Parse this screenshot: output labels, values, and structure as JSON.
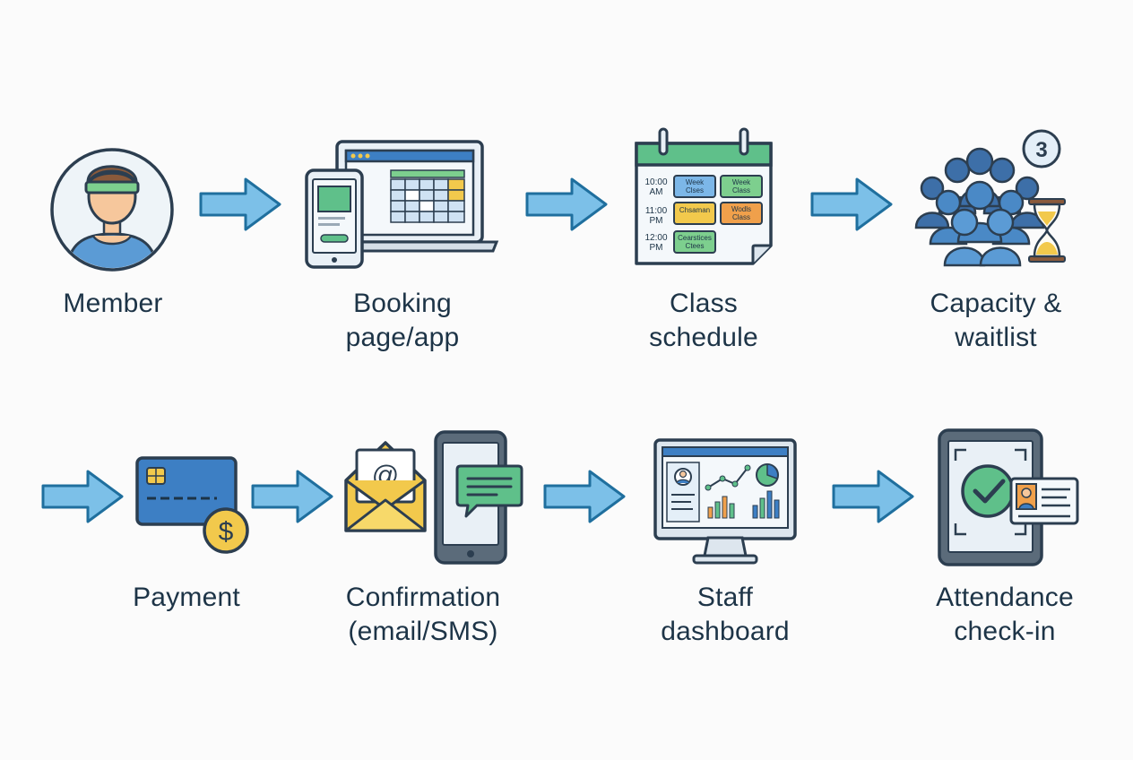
{
  "steps": {
    "member": {
      "line1": "Member",
      "line2": ""
    },
    "booking": {
      "line1": "Booking",
      "line2": "page/app"
    },
    "schedule": {
      "line1": "Class",
      "line2": "schedule",
      "times": [
        "10:00",
        "AM",
        "11:00",
        "PM",
        "12:00",
        "PM"
      ],
      "cards": {
        "c1": [
          "Week",
          "Clses"
        ],
        "c2": [
          "Week",
          "Class"
        ],
        "c3": [
          "Chsaman",
          ""
        ],
        "c4": [
          "Wodls",
          "Class"
        ],
        "c5": [
          "Cearstices",
          "Ctees"
        ]
      }
    },
    "capacity": {
      "line1": "Capacity &",
      "line2": "waitlist",
      "badge": "3"
    },
    "payment": {
      "line1": "Payment",
      "line2": "",
      "currency_symbol": "$",
      "email_symbol": "@"
    },
    "confirmation": {
      "line1": "Confirmation",
      "line2": "(email/SMS)"
    },
    "dashboard": {
      "line1": "Staff",
      "line2": "dashboard"
    },
    "attendance": {
      "line1": "Attendance",
      "line2": "check-in"
    }
  },
  "colors": {
    "outline": "#2c3e50",
    "arrow_fill": "#7cc0e8",
    "arrow_stroke": "#1f6f9e",
    "green": "#5fc08a",
    "blue": "#3d7fc4",
    "yellow": "#f2c94c",
    "orange": "#f0a04b",
    "text": "#1d3447"
  },
  "icons": [
    "member-avatar-icon",
    "laptop-phone-icon",
    "calendar-icon",
    "group-waitlist-icon",
    "credit-card-icon",
    "email-sms-icon",
    "monitor-dashboard-icon",
    "tablet-checkin-icon"
  ]
}
